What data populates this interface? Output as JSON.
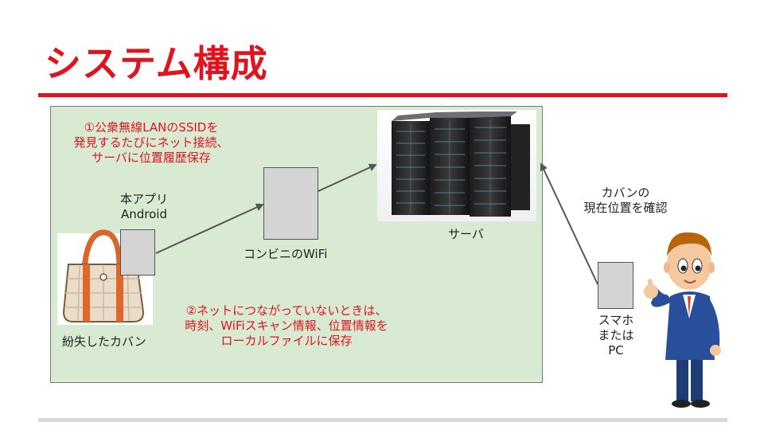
{
  "slide": {
    "title": "システム構成"
  },
  "labels": {
    "step1_line1": "①公衆無線LANのSSIDを",
    "step1_line2": "発見するたびにネット接続、",
    "step1_line3": "サーバに位置履歴保存",
    "app_line1": "本アプリ",
    "app_line2": "Android",
    "wifi": "コンビニのWiFi",
    "server": "サーバ",
    "check_line1": "カバンの",
    "check_line2": "現在位置を確認",
    "step2_line1": "②ネットにつながっていないときは、",
    "step2_line2": "時刻、WiFiスキャン情報、位置情報を",
    "step2_line3": "ローカルファイルに保存",
    "lost_bag": "紛失したカバン",
    "phone_line1": "スマホ",
    "phone_line2": "または",
    "phone_line3": "PC"
  },
  "colors": {
    "accent_red": "#e0141e",
    "panel_green": "#d9ead3",
    "device_gray": "#d4d4d4",
    "footer_gray": "#d7dadb"
  },
  "icons": {
    "bag": "handbag-icon",
    "server": "server-rack-icon",
    "person": "businessman-pointing-icon"
  }
}
